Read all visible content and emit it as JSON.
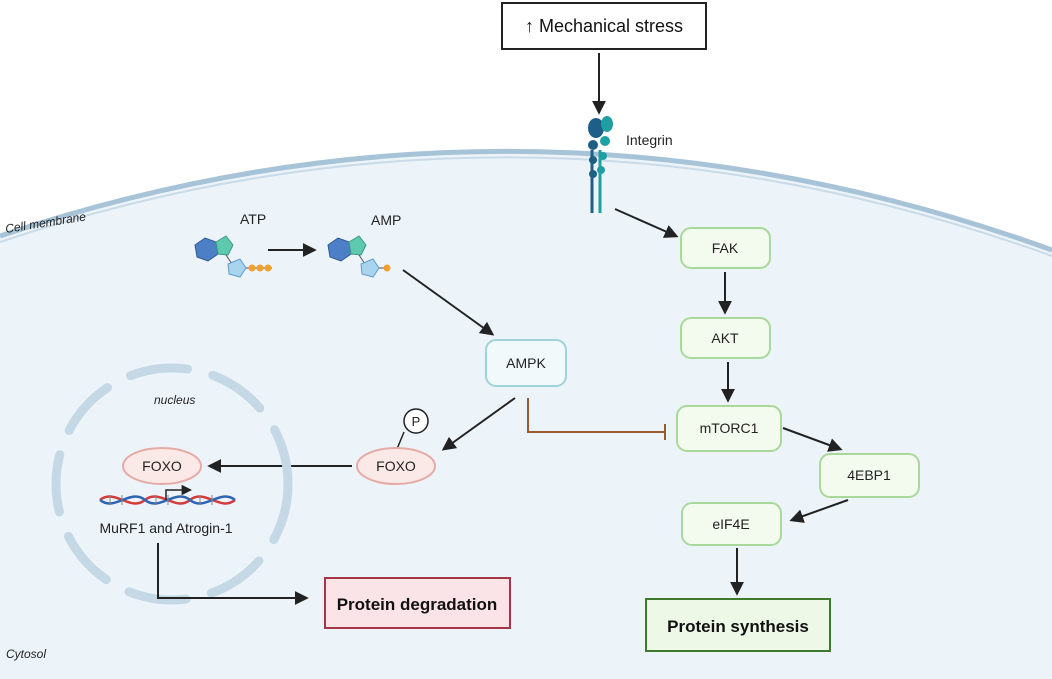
{
  "labels": {
    "mechanical_stress": "↑ Mechanical stress",
    "integrin": "Integrin",
    "cell_membrane": "Cell membrane",
    "cytosol": "Cytosol",
    "nucleus": "nucleus",
    "atp": "ATP",
    "amp": "AMP",
    "ampk": "AMPK",
    "fak": "FAK",
    "akt": "AKT",
    "mtorc1": "mTORC1",
    "4ebp1": "4EBP1",
    "eif4e": "eIF4E",
    "foxo_cyto": "FOXO",
    "foxo_nuc": "FOXO",
    "phospho": "P",
    "genes": "MuRF1 and Atrogin-1",
    "protein_degradation": "Protein degradation",
    "protein_synthesis": "Protein synthesis"
  },
  "colors": {
    "cell_fill": "#edf4f9",
    "membrane": "#a7c3d8",
    "nucleus_envelope": "#c4d8e6",
    "green_box_fill": "#f3fbef",
    "green_box_stroke": "#a9d99a",
    "ampk_stroke": "#9fd3d9",
    "foxo_fill": "#fbe9e7",
    "foxo_stroke": "#e6aaa5",
    "inhibition": "#9a5a2e",
    "degradation_fill": "#fbe4e7",
    "degradation_stroke": "#a63646",
    "synthesis_fill": "#eef8e6",
    "synthesis_stroke": "#3f7a2d",
    "integrin_dark": "#1d5f86",
    "integrin_teal": "#1f9fa3"
  }
}
